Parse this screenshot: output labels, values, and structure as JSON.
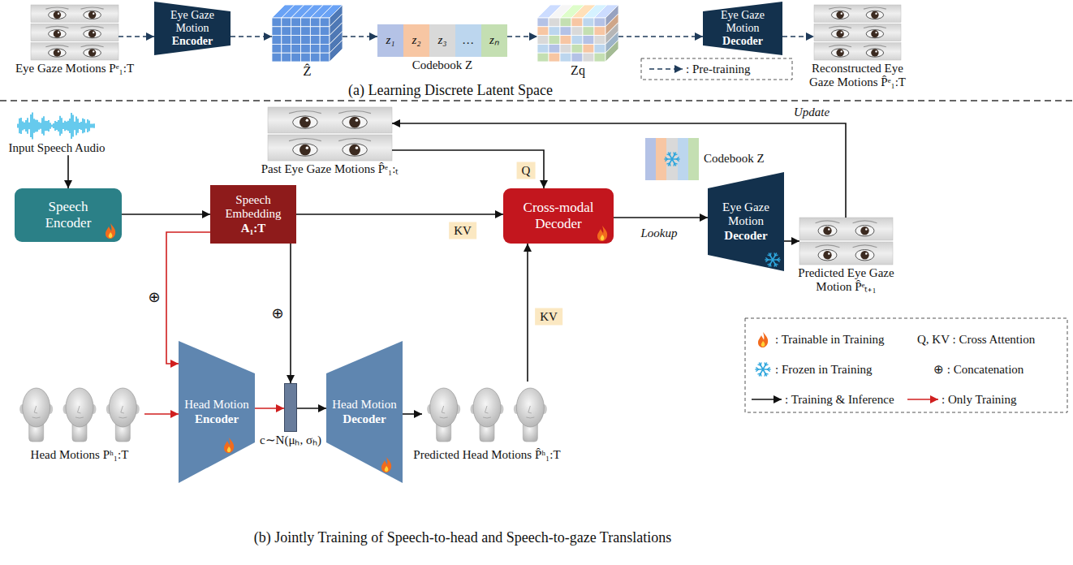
{
  "diagram": {
    "nodes": [
      {
        "text": [
          "Eye Gaze Motions Pᵉ₁:T"
        ]
      },
      {
        "text": [
          "Eye Gaze Motion",
          "Encoder"
        ]
      },
      {
        "text": [
          "Ẑ"
        ]
      },
      {
        "text": [
          "z₁",
          "z₂",
          "z₃",
          "…",
          "zₙ",
          "Codebook Z"
        ]
      },
      {
        "text": [
          "Zq"
        ]
      },
      {
        "text": [
          "Eye Gaze Motion",
          "Decoder"
        ]
      },
      {
        "text": [
          "Reconstructed Eye Gaze Motions P̂ᵉ₁:T"
        ]
      },
      {
        "text": [
          "Input Speech Audio"
        ]
      },
      {
        "text": [
          "Speech Encoder"
        ]
      },
      {
        "text": [
          "Past Eye Gaze Motions P̂ᵉ₁:ₜ"
        ]
      },
      {
        "text": [
          "Speech Embedding",
          "A₁:T"
        ]
      },
      {
        "text": [
          "Cross-modal Decoder"
        ]
      },
      {
        "text": [
          "Codebook Z"
        ]
      },
      {
        "text": [
          "Eye Gaze Motion",
          "Decoder"
        ]
      },
      {
        "text": [
          "Predicted Eye Gaze Motion P̂ᵉₜ₊₁"
        ]
      },
      {
        "text": [
          "Head Motions Pʰ₁:T"
        ]
      },
      {
        "text": [
          "Head Motion",
          "Encoder"
        ]
      },
      {
        "text": [
          "c∼N(μₕ, σₕ)"
        ]
      },
      {
        "text": [
          "Head Motion",
          "Decoder"
        ]
      },
      {
        "text": [
          "Predicted Head Motions P̂ʰ₁:T"
        ]
      }
    ],
    "edges": [
      {
        "from": 0,
        "to": 1,
        "arrow": "to"
      },
      {
        "from": 1,
        "to": 2,
        "arrow": "to"
      },
      {
        "from": 2,
        "to": 3,
        "arrow": "to"
      },
      {
        "from": 3,
        "to": 4,
        "arrow": "to"
      },
      {
        "from": 4,
        "to": 5,
        "arrow": "to"
      },
      {
        "from": 5,
        "to": 6,
        "arrow": "to"
      },
      {
        "from": 7,
        "to": 8,
        "arrow": "to"
      },
      {
        "from": 8,
        "to": 10,
        "arrow": "to"
      },
      {
        "from": 9,
        "to": 11,
        "label": "Q",
        "arrow": "to"
      },
      {
        "from": 10,
        "to": 11,
        "label": "KV",
        "arrow": "to"
      },
      {
        "from": 11,
        "to": 13,
        "label": "Lookup",
        "arrow": "to"
      },
      {
        "from": 13,
        "to": 14,
        "arrow": "to"
      },
      {
        "from": 14,
        "to": 9,
        "label": "Update",
        "arrow": "to"
      },
      {
        "from": 19,
        "to": 11,
        "label": "KV",
        "arrow": "to"
      },
      {
        "from": 15,
        "to": 16,
        "arrow": "to"
      },
      {
        "from": 10,
        "to": 16,
        "arrow": "to"
      },
      {
        "from": 16,
        "to": 17,
        "arrow": "to"
      },
      {
        "from": 10,
        "to": 17,
        "arrow": "to"
      },
      {
        "from": 17,
        "to": 18,
        "arrow": "to"
      },
      {
        "from": 18,
        "to": 19,
        "arrow": "to"
      }
    ],
    "labels": [
      "(a) Learning Discrete Latent Space",
      "(b) Jointly Training of Speech-to-head and Speech-to-gaze Translations",
      "⊕",
      "⊕"
    ],
    "legend": [
      {
        "text": ": Pre-training"
      },
      {
        "text": ": Trainable in Training"
      },
      {
        "text": "Q, KV : Cross Attention"
      },
      {
        "text": ": Frozen in Training"
      },
      {
        "text": "⊕ : Concatenation"
      },
      {
        "text": ": Training & Inference"
      },
      {
        "text": ": Only Training"
      }
    ]
  }
}
